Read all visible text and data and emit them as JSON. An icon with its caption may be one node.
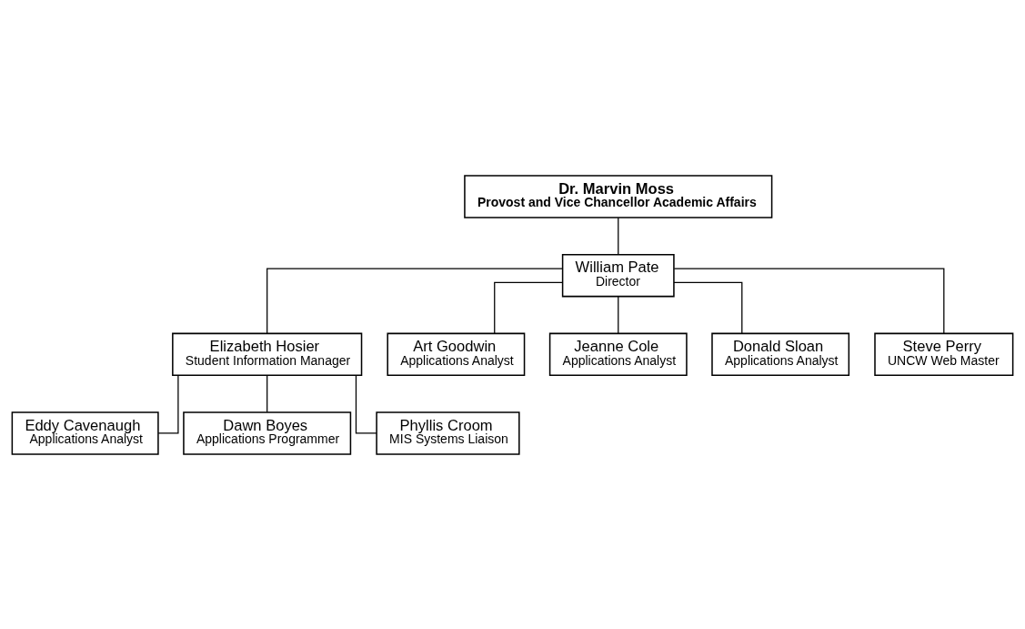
{
  "diagram": {
    "nodes": [
      {
        "text": [
          "Dr. Marvin Moss",
          "Provost and Vice Chancellor Academic Affairs"
        ]
      },
      {
        "text": [
          "William Pate",
          "Director"
        ]
      },
      {
        "text": [
          "Elizabeth Hosier",
          "Student Information Manager"
        ]
      },
      {
        "text": [
          "Art Goodwin",
          "Applications Analyst"
        ]
      },
      {
        "text": [
          "Jeanne Cole",
          "Applications Analyst"
        ]
      },
      {
        "text": [
          "Donald Sloan",
          "Applications Analyst"
        ]
      },
      {
        "text": [
          "Steve Perry",
          "UNCW Web Master"
        ]
      },
      {
        "text": [
          "Eddy Cavenaugh",
          "Applications Analyst"
        ]
      },
      {
        "text": [
          "Dawn Boyes",
          "Applications Programmer"
        ]
      },
      {
        "text": [
          "Phyllis Croom",
          "MIS Systems Liaison"
        ]
      }
    ],
    "edges": [
      {
        "from": 0,
        "to": 1,
        "arrow": "none"
      },
      {
        "from": 1,
        "to": 2,
        "arrow": "none"
      },
      {
        "from": 1,
        "to": 3,
        "arrow": "none"
      },
      {
        "from": 1,
        "to": 4,
        "arrow": "none"
      },
      {
        "from": 1,
        "to": 5,
        "arrow": "none"
      },
      {
        "from": 1,
        "to": 6,
        "arrow": "none"
      },
      {
        "from": 2,
        "to": 7,
        "arrow": "none"
      },
      {
        "from": 2,
        "to": 8,
        "arrow": "none"
      },
      {
        "from": 2,
        "to": 9,
        "arrow": "none"
      }
    ]
  }
}
